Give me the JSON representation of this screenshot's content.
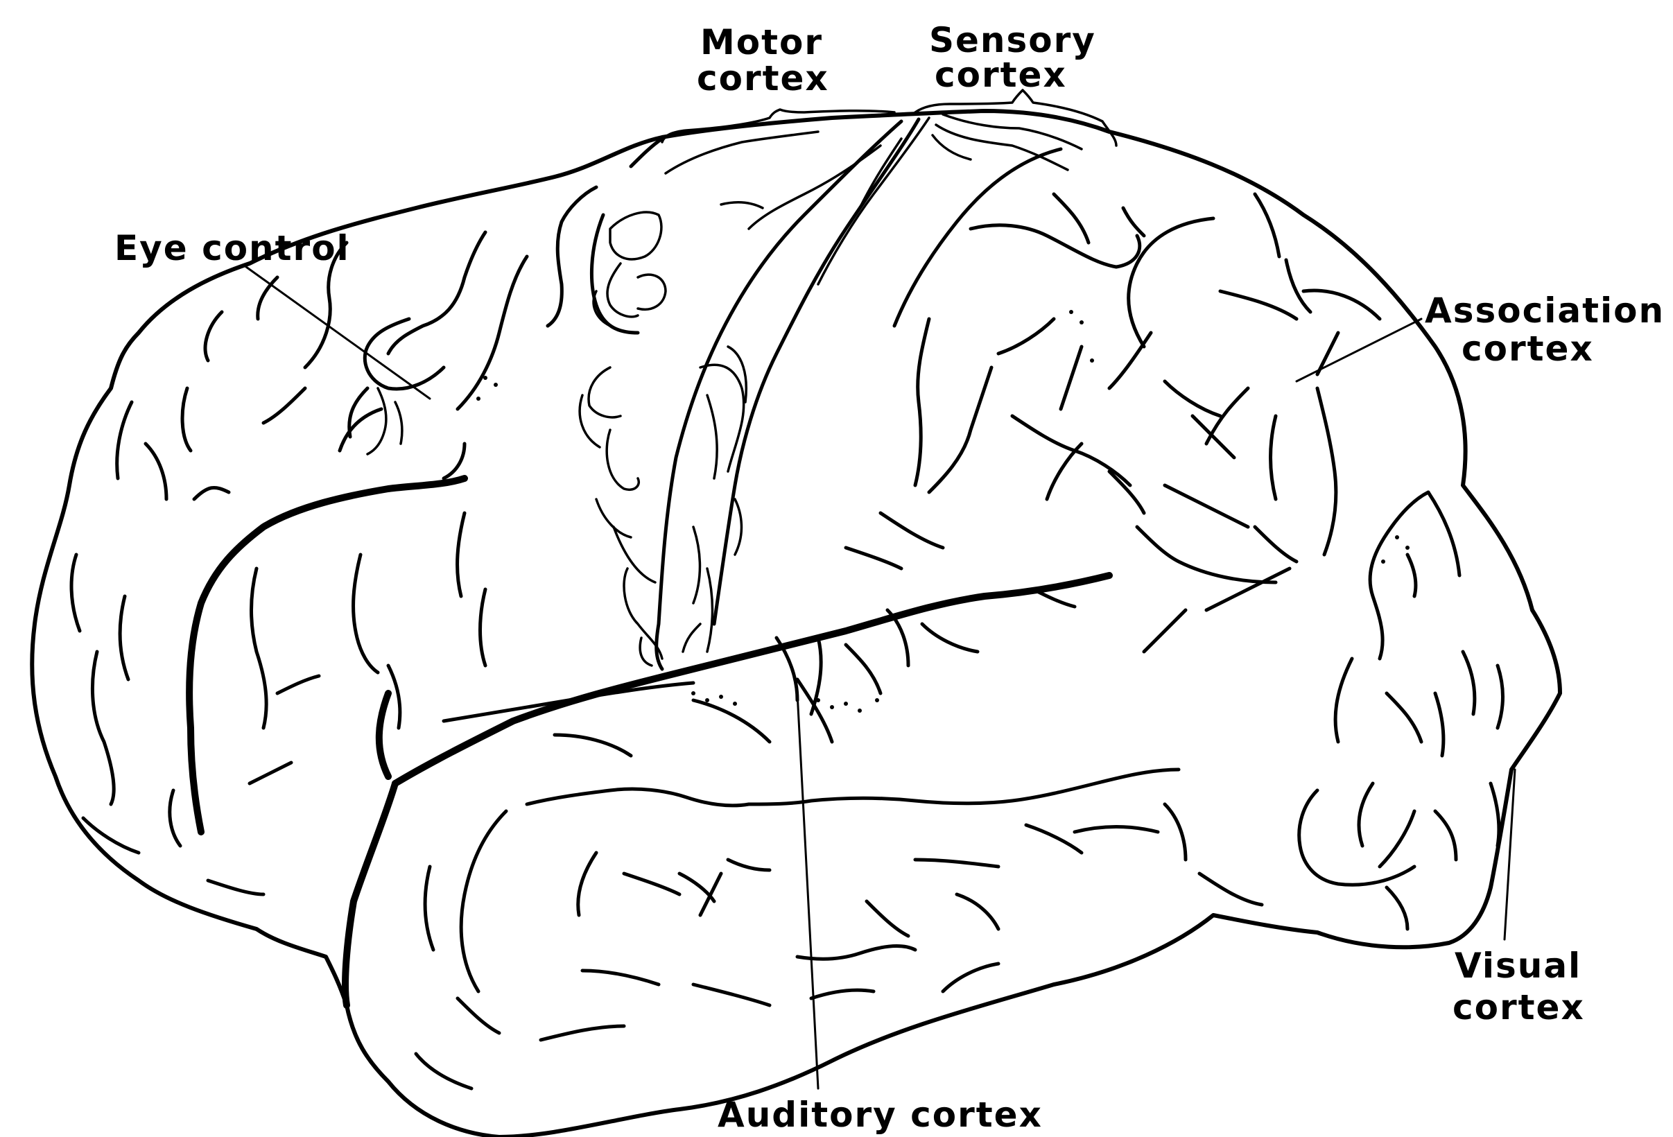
{
  "labels": {
    "motor_cortex": [
      "Motor",
      "cortex"
    ],
    "sensory_cortex": [
      "Sensory",
      "cortex"
    ],
    "eye_control": "Eye control",
    "association_cortex": [
      "Association",
      "cortex"
    ],
    "visual_cortex": [
      "Visual",
      "cortex"
    ],
    "auditory_cortex": "Auditory cortex"
  }
}
